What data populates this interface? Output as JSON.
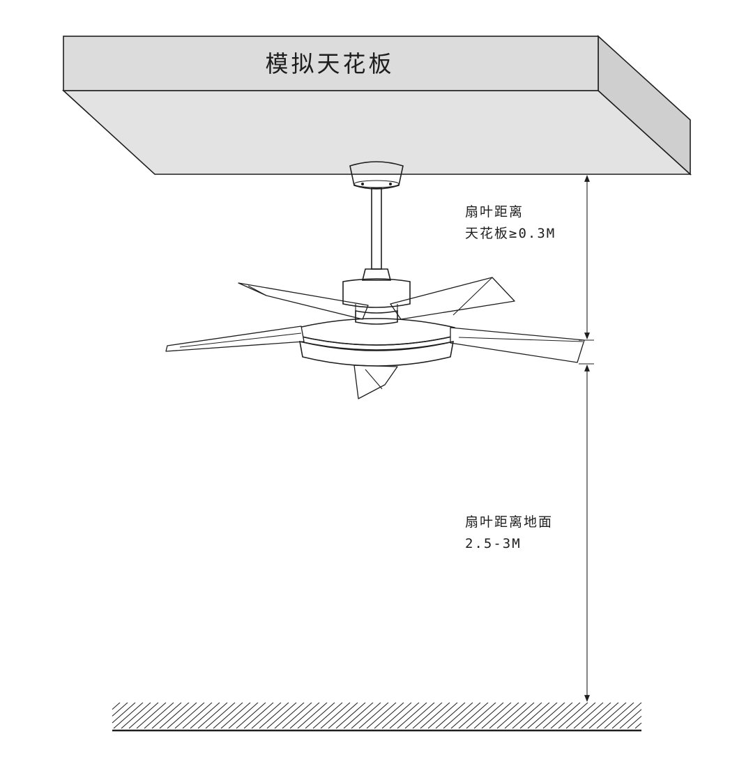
{
  "ceiling": {
    "label": "模拟天花板"
  },
  "annotations": {
    "ceiling_clearance": {
      "line1": "扇叶距离",
      "line2": "天花板≥0.3M"
    },
    "floor_clearance": {
      "line1": "扇叶距离地面",
      "line2": "2.5-3M"
    }
  },
  "colors": {
    "ink": "#1e1e1e",
    "ceiling_front": "#dcdcdc",
    "ceiling_bottom": "#e3e3e3",
    "ceiling_side": "#cfcfcf"
  }
}
